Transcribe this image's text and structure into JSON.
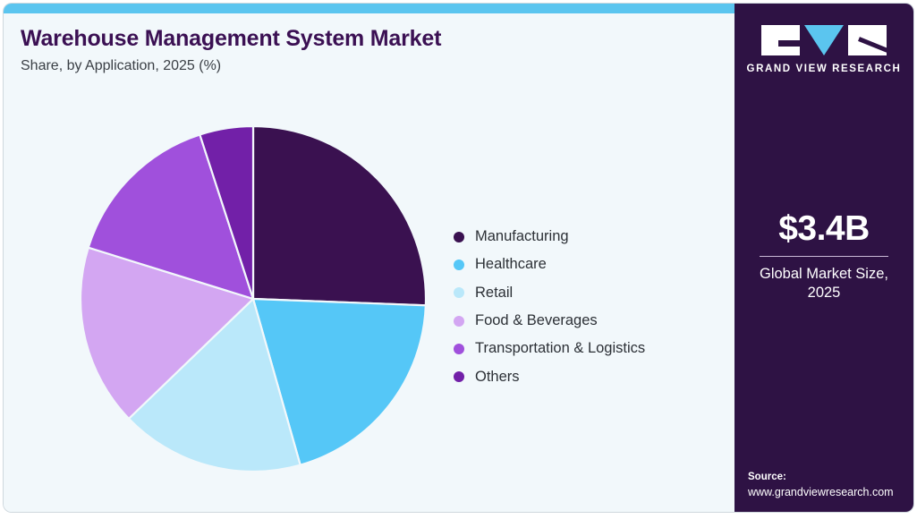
{
  "header": {
    "title": "Warehouse Management System Market",
    "subtitle": "Share, by Application, 2025 (%)"
  },
  "brand": {
    "wordmark": "GRAND VIEW RESEARCH",
    "logo_letters": [
      "G",
      "V",
      "R"
    ],
    "sidebar_color": "#2E1244",
    "accent_color": "#5BC5EF"
  },
  "stat": {
    "value": "$3.4B",
    "caption": "Global Market Size, 2025"
  },
  "source": {
    "label": "Source:",
    "url": "www.grandviewresearch.com"
  },
  "chart_data": {
    "type": "pie",
    "title": "Warehouse Management System Market",
    "subtitle": "Share, by Application, 2025 (%)",
    "xlabel": "",
    "ylabel": "",
    "legend_position": "right",
    "grid": false,
    "start_angle_deg": 0,
    "direction": "clockwise",
    "categories": [
      "Manufacturing",
      "Healthcare",
      "Retail",
      "Food & Beverages",
      "Transportation & Logistics",
      "Others"
    ],
    "values": [
      25.6,
      20.0,
      17.2,
      17.0,
      15.2,
      5.0
    ],
    "colors": [
      "#3A1150",
      "#55C7F7",
      "#BAE8FA",
      "#D3A6F2",
      "#A050DC",
      "#7220A8"
    ],
    "series": [
      {
        "name": "Share, by Application, 2025 (%)",
        "values": [
          25.6,
          20.0,
          17.2,
          17.0,
          15.2,
          5.0
        ]
      }
    ]
  }
}
